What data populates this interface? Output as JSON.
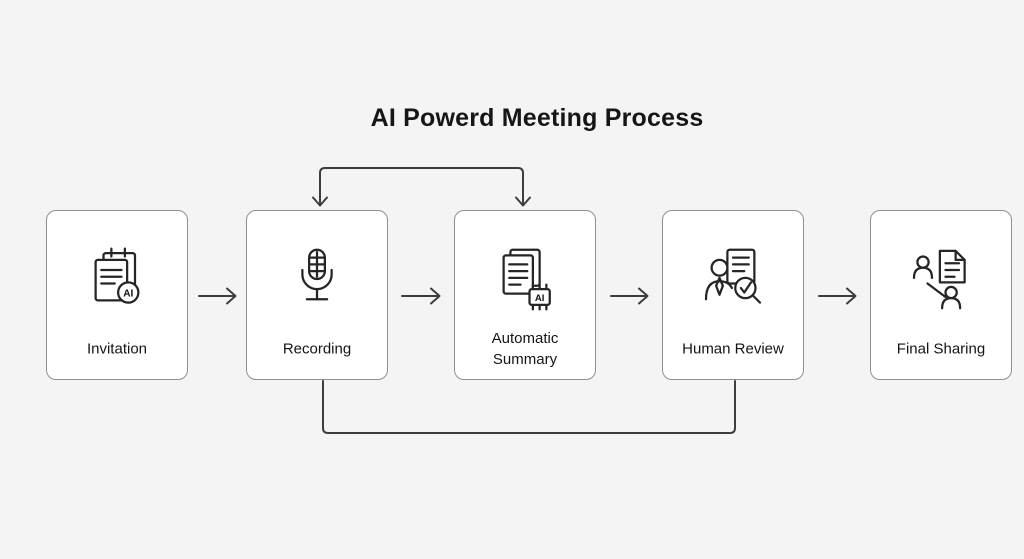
{
  "title": "AI Powerd Meeting Process",
  "steps": [
    {
      "label": "Invitation",
      "icon": "calendar-ai-icon"
    },
    {
      "label": "Recording",
      "icon": "microphone-icon"
    },
    {
      "label": "Automatic Summary",
      "icon": "documents-ai-chip-icon"
    },
    {
      "label": "Human Review",
      "icon": "person-magnifier-check-icon"
    },
    {
      "label": "Final Sharing",
      "icon": "document-people-share-icon"
    }
  ],
  "badges": {
    "invitation_ai": "AI",
    "summary_ai": "AI"
  },
  "flow": {
    "main_sequence": [
      "Invitation",
      "Recording",
      "Automatic Summary",
      "Human Review",
      "Final Sharing"
    ],
    "top_connector": {
      "between": [
        "Recording",
        "Automatic Summary"
      ],
      "arrowheads": "down-into-both"
    },
    "bottom_connector": {
      "between": [
        "Recording",
        "Human Review"
      ],
      "arrowheads": "none"
    }
  },
  "colors": {
    "background": "#f4f4f4",
    "box_background": "#ffffff",
    "box_border": "#8f8f8f",
    "line": "#3d3d3d",
    "text": "#141414"
  }
}
